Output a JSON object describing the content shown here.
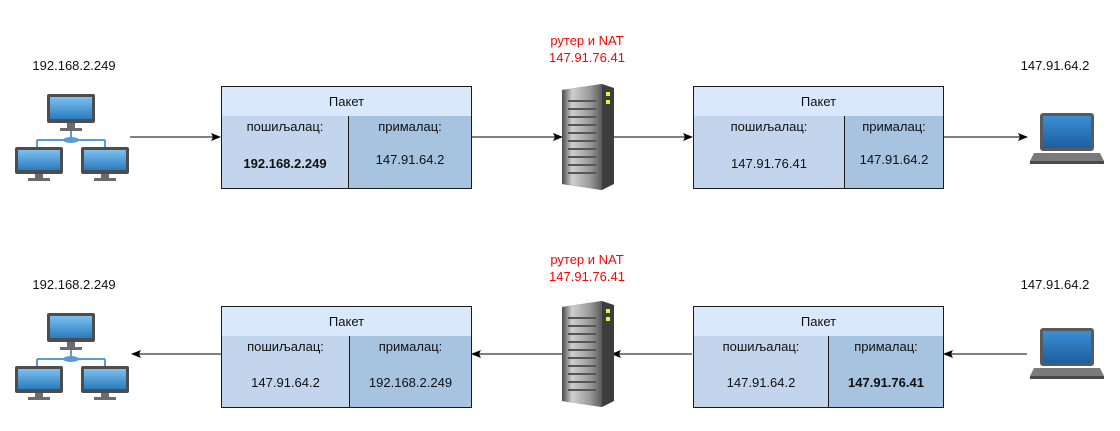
{
  "top": {
    "left_host_ip": "192.168.2.249",
    "router_label": "рутер и NAT",
    "router_ip": "147.91.76.41",
    "right_host_ip": "147.91.64.2",
    "packet_left": {
      "title": "Пакет",
      "sender_label": "пошиљалац:",
      "receiver_label": "прималац:",
      "sender_value": "192.168.2.249",
      "receiver_value": "147.91.64.2"
    },
    "packet_right": {
      "title": "Пакет",
      "sender_label": "пошиљалац:",
      "receiver_label": "прималац:",
      "sender_value": "147.91.76.41",
      "receiver_value": "147.91.64.2"
    }
  },
  "bottom": {
    "left_host_ip": "192.168.2.249",
    "router_label": "рутер и NAT",
    "router_ip": "147.91.76.41",
    "right_host_ip": "147.91.64.2",
    "packet_left": {
      "title": "Пакет",
      "sender_label": "пошиљалац:",
      "receiver_label": "прималац:",
      "sender_value": "147.91.64.2",
      "receiver_value": "192.168.2.249"
    },
    "packet_right": {
      "title": "Пакет",
      "sender_label": "пошиљалац:",
      "receiver_label": "прималац:",
      "sender_value": "147.91.64.2",
      "receiver_value": "147.91.76.41"
    }
  },
  "icons": {
    "lan": "network-computers-icon",
    "router": "server-tower-icon",
    "laptop": "laptop-icon"
  },
  "colors": {
    "highlight": "#ff0000",
    "header_fill": "#dae8fc",
    "sender_fill": "#c2d5ec",
    "receiver_fill": "#a6c3e0"
  }
}
